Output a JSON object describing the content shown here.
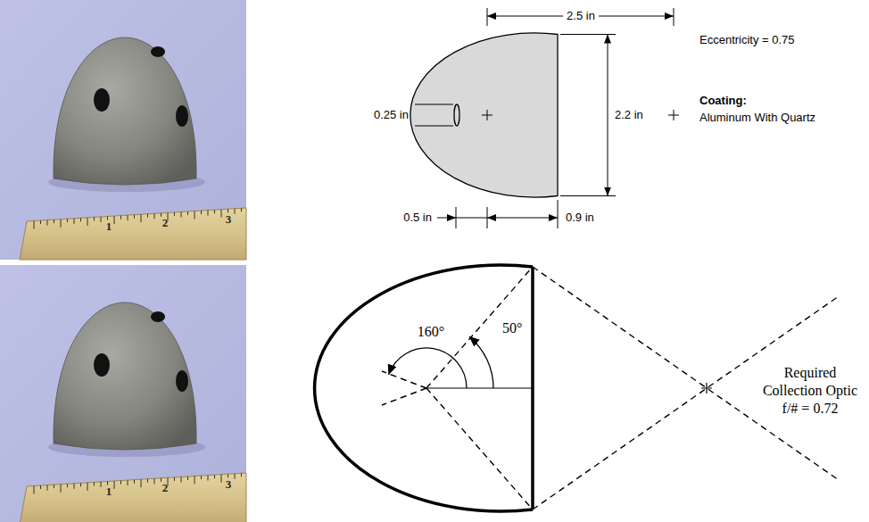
{
  "diagram": {
    "labels": [
      "1",
      "2",
      "3",
      "1",
      "2",
      "3",
      "2.5 in",
      "0.25 in",
      "2.2 in",
      "0.5 in",
      "0.9 in",
      "Eccentricity = 0.75",
      "Coating:",
      "Aluminum With Quartz",
      "160°",
      "50°",
      "Required Collection Optic f/# = 0.72"
    ]
  }
}
